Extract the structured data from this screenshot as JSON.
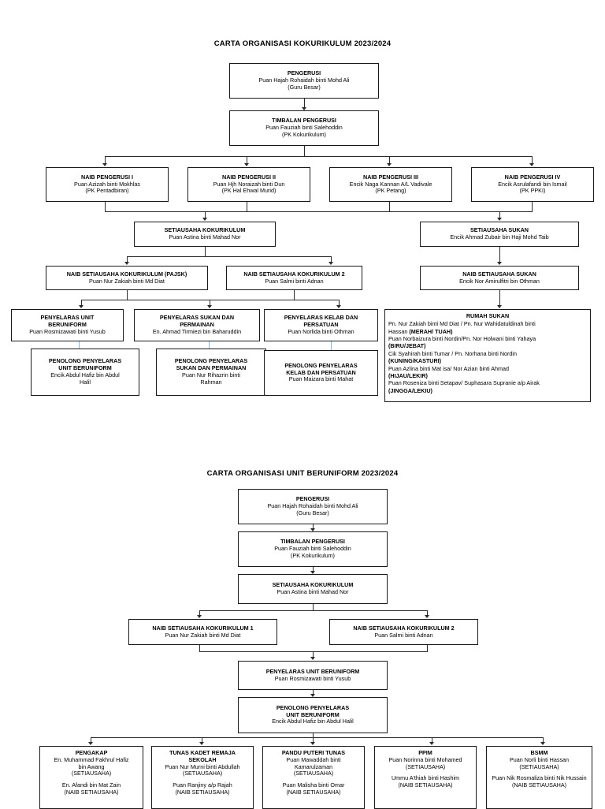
{
  "charts": [
    {
      "title": "CARTA ORGANISASI KOKURIKULUM 2023/2024",
      "nodes": {
        "pengerusi": {
          "head": "PENGERUSI",
          "l1": "Puan Hajah Rohaidah binti Mohd Ali",
          "l2": "(Guru Besar)"
        },
        "timbalan": {
          "head": "TIMBALAN PENGERUSI",
          "l1": "Puan Fauziah binti Salehoddin",
          "l2": "(PK Kokurikulum)"
        },
        "naib1": {
          "head": "NAIB PENGERUSI I",
          "l1": "Puan Azizah binti Mokhlas",
          "l2": "(PK Pentadbiran)"
        },
        "naib2": {
          "head": "NAIB PENGERUSI II",
          "l1": "Puan Hjh Noraizah binti Dun",
          "l2": "(PK Hal Ehwal Murid)"
        },
        "naib3": {
          "head": "NAIB PENGERUSI III",
          "l1": "Encik Naga Kannan A/L Vadivale",
          "l2": "(PK Petang)"
        },
        "naib4": {
          "head": "NAIB PENGERUSI IV",
          "l1": "Encik Asrulafandi bin Ismail",
          "l2": "(PK PPKI)"
        },
        "setKo": {
          "head": "SETIAUSAHA KOKURIKULUM",
          "l1": "Puan Astina binti Mahad Nor"
        },
        "setSukan": {
          "head": "SETIAUSAHA SUKAN",
          "l1": "Encik Ahmad Zubair bin Haji Mohd Taib"
        },
        "naibSetKo1": {
          "head": "NAIB SETIAUSAHA KOKURIKULUM (PAJSK)",
          "l1": "Puan Nur Zakiah binti Md  Diat"
        },
        "naibSetKo2": {
          "head": "NAIB SETIAUSAHA KOKURIKULUM 2",
          "l1": "Puan Salmi binti Adnan"
        },
        "naibSetSukan": {
          "head": "NAIB SETIAUSAHA SUKAN",
          "l1": "Encik Nor Amirulfitri bin Othman"
        },
        "penyUnit": {
          "head1": "PENYELARAS UNIT",
          "head2": "BERUNIFORM",
          "l1": "Puan Rosmizawati binti Yusub"
        },
        "penySukan": {
          "head1": "PENYELARAS SUKAN DAN",
          "head2": "PERMAINAN",
          "l1": "En. Ahmad Tirmiezi bin Baharuddin"
        },
        "penyKelab": {
          "head1": "PENYELARAS KELAB DAN",
          "head2": "PERSATUAN",
          "l1": "Puan Norlida binti Othman"
        },
        "penoUnit": {
          "head1": "PENOLONG PENYELARAS",
          "head2": "UNIT BERUNIFORM",
          "l1": "Encik Abdul Hafiz bin Abdul",
          "l2": "Halil"
        },
        "penoSukan": {
          "head1": "PENOLONG PENYELARAS",
          "head2": "SUKAN DAN PERMAINAN",
          "l1": "Puan Nur Rihazrin binti",
          "l2": "Rahman"
        },
        "penoKelab": {
          "head1": "PENOLONG PENYELARAS",
          "head2": "KELAB DAN PERSATUAN",
          "l1": "Puan Maizara binti Mahat"
        },
        "rumahSukan": {
          "head": "RUMAH SUKAN",
          "lines": [
            {
              "text": "Pn. Nur Zakiah binti Md Diat / Pn. Nur Wahidatuldinah binti",
              "bold": ""
            },
            {
              "text": "Hassan ",
              "bold": "(MERAH/ TUAH)"
            },
            {
              "text": "Puan Norbaizura binti Nordin/Pn. Nor Holwani binti Yahaya",
              "bold": ""
            },
            {
              "text": "",
              "bold": "(BIRU/JEBAT)"
            },
            {
              "text": "Cik Syahirah binti Tumar / Pn. Norhana binti Nordin",
              "bold": ""
            },
            {
              "text": "",
              "bold": "(KUNING/KASTURI)"
            },
            {
              "text": "Puan Azlina binti Mat isa/ Nor Azian binti Ahmad",
              "bold": ""
            },
            {
              "text": "",
              "bold": "(HIJAU/LEKIR)"
            },
            {
              "text": "Puan Roseniza binti Setapav/ Suphasara Supranie a/p Airak",
              "bold": ""
            },
            {
              "text": "",
              "bold": "(JINGGA/LEKIU)"
            }
          ]
        }
      }
    },
    {
      "title": "CARTA ORGANISASI UNIT BERUNIFORM 2023/2024",
      "nodes": {
        "pengerusi": {
          "head": "PENGERUSI",
          "l1": "Puan Hajah Rohaidah binti Mohd Ali",
          "l2": "(Guru Besar)"
        },
        "timbalan": {
          "head": "TIMBALAN PENGERUSI",
          "l1": "Puan Fauziah binti Salehoddin",
          "l2": "(PK Kokurikulum)"
        },
        "setKo": {
          "head": "SETIAUSAHA KOKURIKULUM",
          "l1": "Puan Astina binti Mahad Nor"
        },
        "naibSet1": {
          "head": "NAIB SETIAUSAHA KOKURIKULUM 1",
          "l1": "Puan Nur Zakiah binti Md Diat"
        },
        "naibSet2": {
          "head": "NAIB SETIAUSAHA KOKURIKULUM 2",
          "l1": "Puan Salmi binti Adnan"
        },
        "penyUnit": {
          "head": "PENYELARAS UNIT BERUNIFORM",
          "l1": "Puan Rosmizawati binti Yusub"
        },
        "penoUnit": {
          "head1": "PENOLONG PENYELARAS",
          "head2": "UNIT BERUNIFORM",
          "l1": "Encik Abdul Hafiz bin Abdul Halil"
        },
        "units": [
          {
            "head1": "PENGAKAP",
            "head2": "",
            "l1": "En. Muhammad Fakhrul Hafiz",
            "l2": "bin Awang",
            "l3": "(SETIAUSAHA)",
            "l4": "En. Afandi bin Mat Zain",
            "l5": "(NAIB SETIAUSAHA)"
          },
          {
            "head1": "TUNAS KADET REMAJA",
            "head2": "SEKOLAH",
            "l1": "Puan Nur Murni binti Abdullah",
            "l2": "",
            "l3": "(SETIAUSAHA)",
            "l4": "Puan Ranjiny a/p Rajah",
            "l5": "(NAIB SETIAUSAHA)"
          },
          {
            "head1": "PANDU PUTERI TUNAS",
            "head2": "",
            "l1": "Puan Mawaddah binti",
            "l2": "Kamarulzaman",
            "l3": "(SETIAUSAHA)",
            "l4": "Puan Malisha binti Omar",
            "l5": "(NAIB SETIAUSAHA)"
          },
          {
            "head1": "PPIM",
            "head2": "",
            "l1": "Puan Norinna binti Mohamed",
            "l2": "",
            "l3": "(SETIAUSAHA)",
            "l4": "Ummu A'thiah binti Hashim",
            "l5": "(NAIB SETIAUSAHA)"
          },
          {
            "head1": "BSMM",
            "head2": "",
            "l1": "Puan Norli binti Hassan",
            "l2": "",
            "l3": "(SETIAUSAHA)",
            "l4": "Puan Nik Rosmaliza binti Nik Hussain",
            "l5": "(NAIB SETIAUSAHA)"
          }
        ]
      }
    }
  ],
  "colors": {
    "border": "#1a1a1a",
    "line": "#2b2b2b",
    "background": "#ffffff",
    "text": "#000000"
  }
}
